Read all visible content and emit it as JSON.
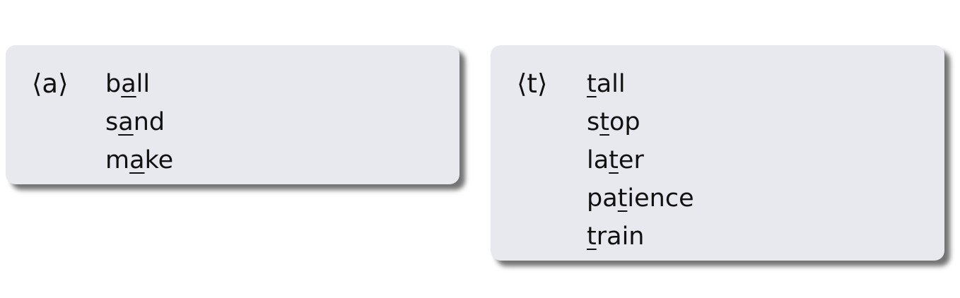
{
  "panels": [
    {
      "symbol": "⟨a⟩",
      "words": [
        {
          "pre": "b",
          "hl": "a",
          "post": "ll"
        },
        {
          "pre": "s",
          "hl": "a",
          "post": "nd"
        },
        {
          "pre": "m",
          "hl": "a",
          "post": "ke"
        }
      ]
    },
    {
      "symbol": "⟨t⟩",
      "words": [
        {
          "pre": "",
          "hl": "t",
          "post": "all"
        },
        {
          "pre": "s",
          "hl": "t",
          "post": "op"
        },
        {
          "pre": "la",
          "hl": "t",
          "post": "er"
        },
        {
          "pre": "pa",
          "hl": "t",
          "post": "ience"
        },
        {
          "pre": "",
          "hl": "t",
          "post": "rain"
        }
      ]
    }
  ],
  "colors": {
    "box_background": "#e8e8ef",
    "text": "#111111"
  }
}
